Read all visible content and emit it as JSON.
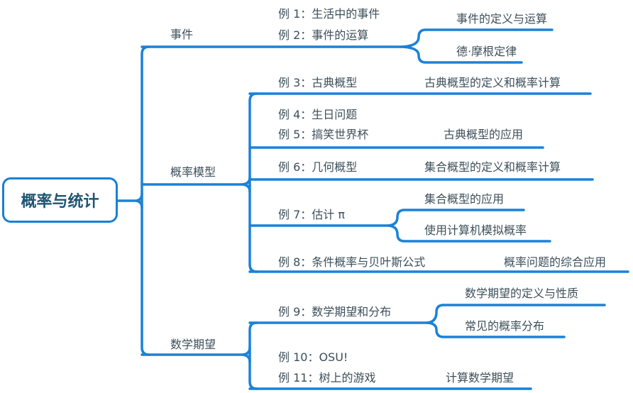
{
  "root": "概率与统计",
  "colors": {
    "line": "#1a82d8",
    "text": "#3d4f5a",
    "root_text": "#1e5572"
  },
  "branches": {
    "events": {
      "label": "事件",
      "examples": [
        "例 1：生活中的事件",
        "例 2：事件的运算"
      ],
      "topics": [
        "事件的定义与运算",
        "德·摩根定律"
      ]
    },
    "models": {
      "label": "概率模型",
      "ex3": "例 3：古典概型",
      "ex3_topic": "古典概型的定义和概率计算",
      "ex4": "例 4：生日问题",
      "ex5": "例 5：搞笑世界杯",
      "ex45_topic": "古典概型的应用",
      "ex6": "例 6：几何概型",
      "ex6_topic": "集合概型的定义和概率计算",
      "ex7": "例 7：估计 π",
      "ex7_topics": [
        "集合概型的应用",
        "使用计算机模拟概率"
      ],
      "ex8": "例 8：条件概率与贝叶斯公式",
      "ex8_topic": "概率问题的综合应用"
    },
    "expectation": {
      "label": "数学期望",
      "ex9": "例 9：数学期望和分布",
      "ex9_topics": [
        "数学期望的定义与性质",
        "常见的概率分布"
      ],
      "ex10": "例 10：OSU!",
      "ex11": "例 11：树上的游戏",
      "ex1011_topic": "计算数学期望"
    }
  }
}
